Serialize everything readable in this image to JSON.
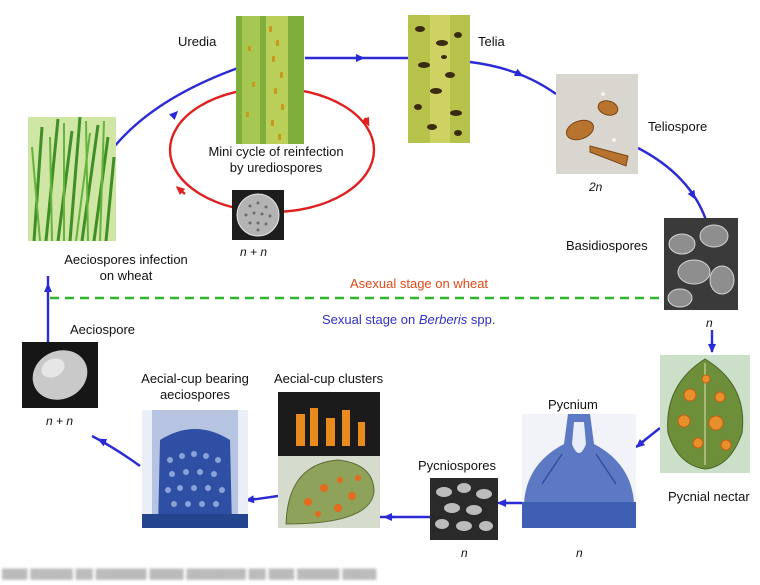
{
  "labels": {
    "uredia": "Uredia",
    "telia": "Telia",
    "teliospore": "Teliospore",
    "teliospore_ploidy": "2n",
    "mini_cycle_line1": "Mini cycle of reinfection",
    "mini_cycle_line2": "by urediospores",
    "urediospore_ploidy": "n + n",
    "basidiospores": "Basidiospores",
    "basidiospores_ploidy": "n",
    "aeciospores_infection_line1": "Aeciospores infection",
    "aeciospores_infection_line2": "on  wheat",
    "asexual_stage": "Asexual stage on wheat",
    "sexual_stage_prefix": "Sexual stage on ",
    "sexual_stage_host": "Berberis",
    "sexual_stage_suffix": " spp.",
    "aeciospore": "Aeciospore",
    "aeciospore_ploidy": "n + n",
    "aecial_cup_bearing_line1": "Aecial-cup bearing",
    "aecial_cup_bearing_line2": "aeciospores",
    "aecial_cup_clusters": "Aecial-cup clusters",
    "pycnium": "Pycnium",
    "pycnium_ploidy": "n",
    "pycniospores": "Pycniospores",
    "pycniospores_ploidy": "n",
    "pycnial_nectar": "Pycnial nectar"
  },
  "colors": {
    "cycle_arrow": "#2a2ad6",
    "mini_cycle": "#e02020",
    "divider": "#2fb52f",
    "asexual_text": "#e04a1a",
    "sexual_text": "#3030c8"
  },
  "icons": [
    "wheat-field-image",
    "uredia-leaf-image",
    "telia-leaf-image",
    "teliospore-micrograph",
    "urediospore-micrograph",
    "basidiospores-micrograph",
    "aeciospore-micrograph",
    "aecial-cup-section-image",
    "aecial-cup-clusters-image",
    "pycnium-section-image",
    "pycniospores-micrograph",
    "barberry-leaf-pycnia-image"
  ]
}
